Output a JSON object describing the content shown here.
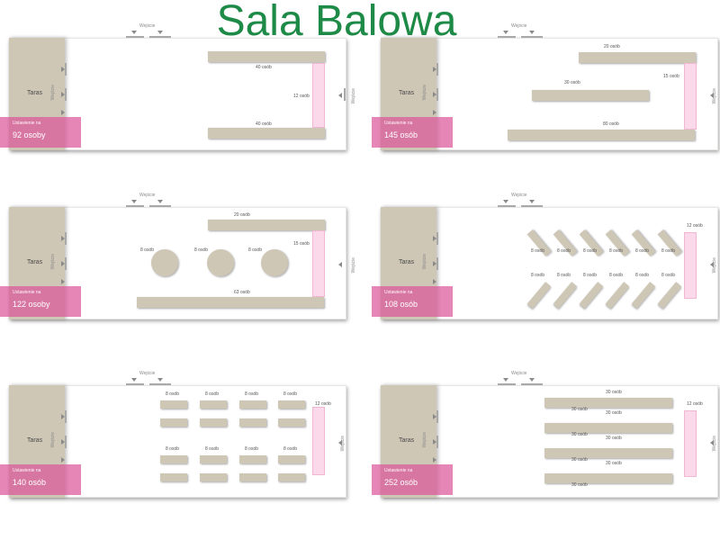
{
  "title": "Sala Balowa",
  "labels": {
    "terrace": "Taras",
    "entrance": "Wejście",
    "capacity_caption": "Ustawienie na"
  },
  "panels": [
    {
      "capacity": "92 osoby",
      "stage_label": "12 osób",
      "tables": [
        {
          "label": "40 osób"
        },
        {
          "label": "40 osób"
        }
      ]
    },
    {
      "capacity": "145 osób",
      "stage_label": "15 osób",
      "tables": [
        {
          "label": "20 osób"
        },
        {
          "label": "30 osób"
        },
        {
          "label": "80 osób"
        }
      ]
    },
    {
      "capacity": "122 osoby",
      "stage_label": "15 osób",
      "tables": [
        {
          "label": "20 osób"
        },
        {
          "label": "63 osób"
        }
      ],
      "rounds": [
        {
          "label": "8 osób"
        },
        {
          "label": "8 osób"
        },
        {
          "label": "8 osób"
        }
      ]
    },
    {
      "capacity": "108 osób",
      "stage_label": "12 osób",
      "diag_label": "8 osób"
    },
    {
      "capacity": "140 osób",
      "stage_label": "12 osób",
      "grid_label": "8 osób"
    },
    {
      "capacity": "252 osób",
      "stage_label": "12 osób",
      "long_label": "30 osób"
    }
  ]
}
